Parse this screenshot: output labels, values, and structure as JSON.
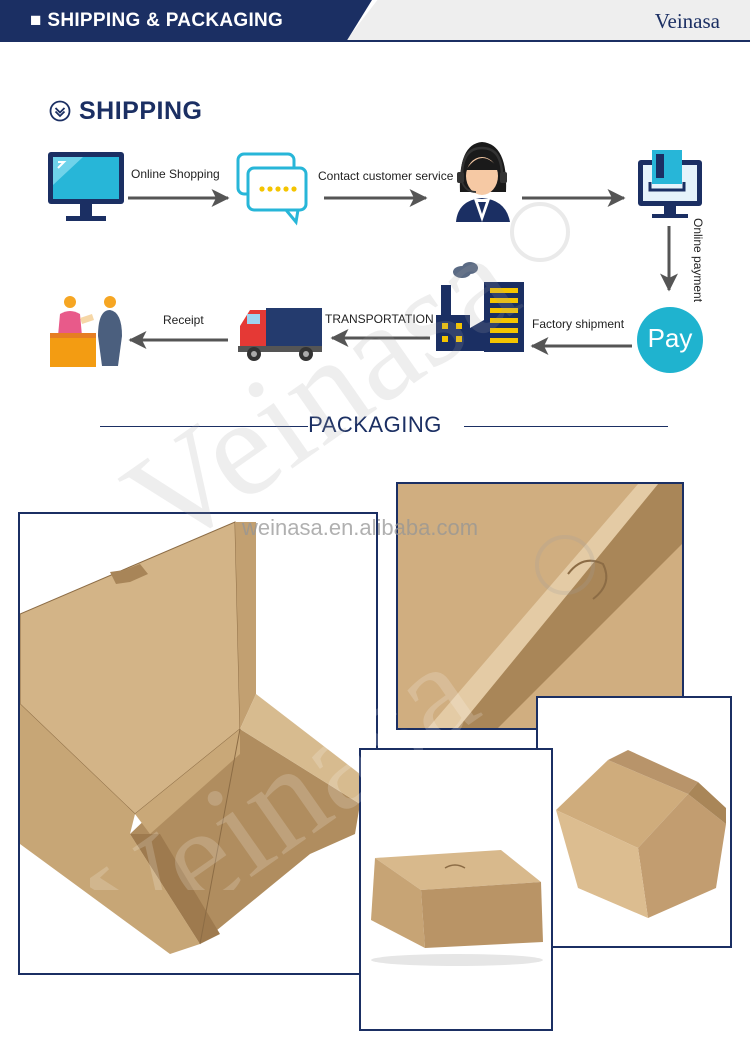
{
  "header": {
    "title": "■ SHIPPING & PACKAGING",
    "brand": "Veinasa"
  },
  "shipping": {
    "title": "SHIPPING",
    "steps": {
      "online_shopping": "Online Shopping",
      "contact_service": "Contact customer service",
      "online_payment": "Online payment",
      "pay_badge": "Pay",
      "factory_shipment": "Factory shipment",
      "transportation": "TRANSPORTATION",
      "receipt": "Receipt"
    }
  },
  "packaging": {
    "title": "PACKAGING",
    "site_watermark": "weinasa.en.alibaba.com"
  },
  "watermark": {
    "text": "Veinasa"
  },
  "colors": {
    "navy": "#1b2f63",
    "kraft": "#c8a97a",
    "pay_teal": "#1fb3cf"
  }
}
